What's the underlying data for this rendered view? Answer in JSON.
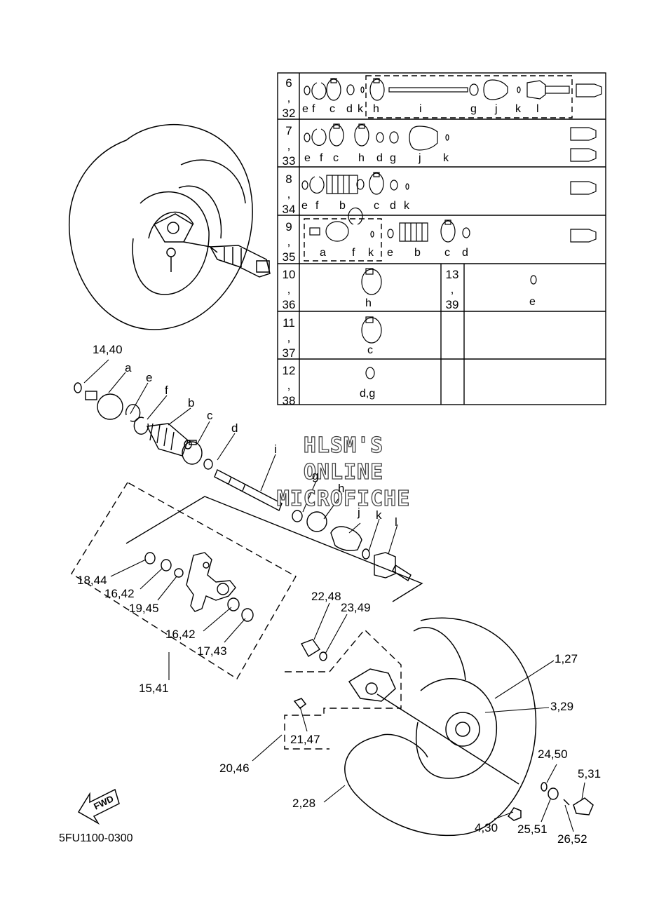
{
  "diagram_code": "5FU1100-0300",
  "watermark": [
    "HLSM'S",
    "ONLINE",
    "MICROFICHE"
  ],
  "fwd_label": "FWD",
  "table": {
    "rows": [
      {
        "num": [
          "6",
          ",",
          "32"
        ],
        "letters": [
          "e",
          "f",
          "c",
          "d",
          "k",
          "h",
          "i",
          "g",
          "j",
          "k",
          "l"
        ]
      },
      {
        "num": [
          "7",
          ",",
          "33"
        ],
        "letters": [
          "e",
          "f",
          "c",
          "h",
          "d",
          "g",
          "j",
          "k"
        ]
      },
      {
        "num": [
          "8",
          ",",
          "34"
        ],
        "letters": [
          "e",
          "f",
          "b",
          "c",
          "d",
          "k"
        ]
      },
      {
        "num": [
          "9",
          ",",
          "35"
        ],
        "letters": [
          "a",
          "f",
          "k",
          "e",
          "b",
          "c",
          "d"
        ]
      },
      {
        "num": [
          "10",
          ",",
          "36"
        ],
        "letters": [
          "h"
        ],
        "right_num": [
          "13",
          ",",
          "39"
        ],
        "right_letters": [
          "e"
        ]
      },
      {
        "num": [
          "11",
          ",",
          "37"
        ],
        "letters": [
          "c"
        ]
      },
      {
        "num": [
          "12",
          ",",
          "38"
        ],
        "letters": [
          "d,g"
        ]
      }
    ]
  },
  "callouts": {
    "p14_40": "14,40",
    "pa": "a",
    "pe": "e",
    "pf": "f",
    "pb": "b",
    "pc": "c",
    "pd": "d",
    "pi": "i",
    "pg": "g",
    "ph": "h",
    "pj": "j",
    "pk": "k",
    "pl": "l",
    "p18_44": "18,44",
    "p16_42a": "16,42",
    "p19_45": "19,45",
    "p16_42b": "16,42",
    "p17_43": "17,43",
    "p15_41": "15,41",
    "p22_48": "22,48",
    "p23_49": "23,49",
    "p1_27": "1,27",
    "p3_29": "3,29",
    "p21_47": "21,47",
    "p20_46": "20,46",
    "p2_28": "2,28",
    "p24_50": "24,50",
    "p5_31": "5,31",
    "p4_30": "4,30",
    "p25_51": "25,51",
    "p26_52": "26,52"
  }
}
